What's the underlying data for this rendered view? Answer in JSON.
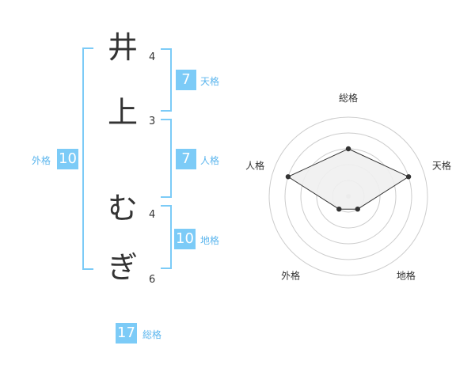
{
  "name": {
    "chars": [
      {
        "char": "井",
        "strokes": "4"
      },
      {
        "char": "上",
        "strokes": "3"
      },
      {
        "char": "む",
        "strokes": "4"
      },
      {
        "char": "ぎ",
        "strokes": "6"
      }
    ]
  },
  "kaku": {
    "tenkaku": {
      "value": "7",
      "label": "天格"
    },
    "jinkaku": {
      "value": "7",
      "label": "人格"
    },
    "chikaku": {
      "value": "10",
      "label": "地格"
    },
    "gaikaku": {
      "value": "10",
      "label": "外格"
    },
    "soukaku": {
      "value": "17",
      "label": "総格"
    }
  },
  "colors": {
    "accent": "#7ccbf7",
    "label": "#5cb6ee",
    "text": "#333333",
    "grid": "#cccccc"
  },
  "chart_data": {
    "type": "radar",
    "axes": [
      "総格",
      "天格",
      "地格",
      "外格",
      "人格"
    ],
    "values": [
      3,
      4,
      1,
      1,
      4
    ],
    "max": 5,
    "rings": 5,
    "fill": "#f0f0f0",
    "stroke": "#333333"
  }
}
